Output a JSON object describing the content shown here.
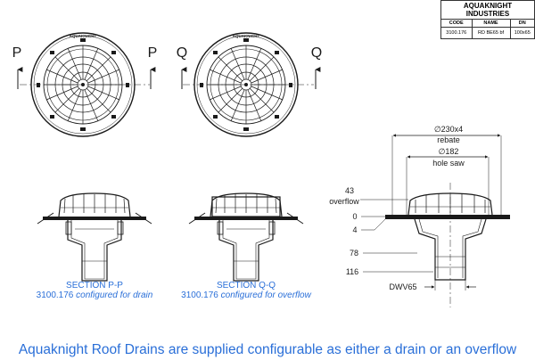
{
  "title_block": {
    "company": "AQUAKNIGHT INDUSTRIES",
    "headers": [
      "CODE",
      "NAME",
      "DN"
    ],
    "row": [
      "3100.176",
      "RD BE65 bf",
      "100x65"
    ]
  },
  "brand_mark": "AQUAKNIGHT",
  "plan_views": [
    {
      "cut_letter": "P"
    },
    {
      "cut_letter": "Q"
    }
  ],
  "sections": [
    {
      "title": "SECTION P-P",
      "code": "3100.176",
      "subtitle": "configured for drain"
    },
    {
      "title": "SECTION Q-Q",
      "code": "3100.176",
      "subtitle": "configured for overflow"
    }
  ],
  "dimensions": {
    "rebate_value": "∅230x4",
    "rebate_label": "rebate",
    "holesaw_value": "∅182",
    "holesaw_label": "hole saw",
    "overflow_value": "43",
    "overflow_label": "overflow",
    "level_0": "0",
    "level_4": "4",
    "level_78": "78",
    "level_116": "116",
    "outlet": "DWV65"
  },
  "caption": "Aquaknight Roof Drains are supplied configurable as either a drain or an overflow",
  "colors": {
    "line": "#1a1a1a",
    "accent_blue": "#2a6fd8"
  }
}
